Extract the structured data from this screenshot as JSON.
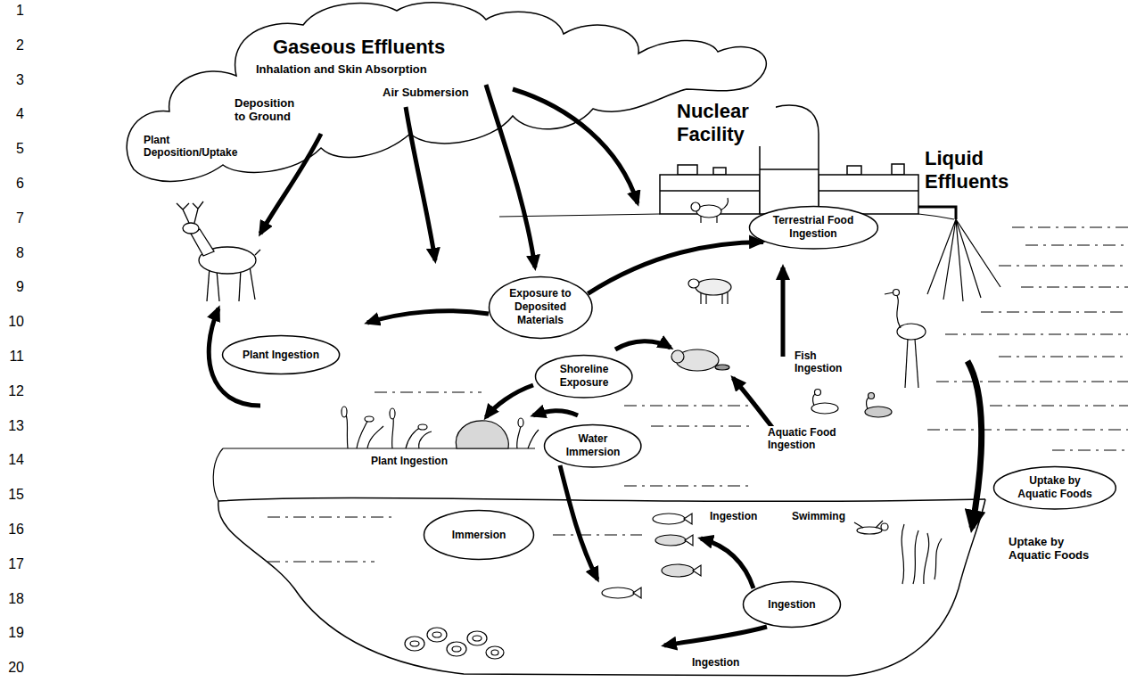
{
  "diagram": {
    "nodes": [
      {
        "text": [
          "Terrestrial Food Ingestion"
        ]
      },
      {
        "text": [
          "Exposure to Deposited Materials"
        ]
      },
      {
        "text": [
          "Plant Ingestion"
        ]
      },
      {
        "text": [
          "Shoreline Exposure"
        ]
      },
      {
        "text": [
          "Water Immersion"
        ]
      },
      {
        "text": [
          "Uptake by Aquatic Foods"
        ]
      },
      {
        "text": [
          "Immersion"
        ]
      },
      {
        "text": [
          "Ingestion"
        ]
      }
    ],
    "edges": [
      {
        "from": 1,
        "to": 0,
        "arrow": "to"
      }
    ],
    "labels": [
      "1",
      "2",
      "3",
      "4",
      "5",
      "6",
      "7",
      "8",
      "9",
      "10",
      "11",
      "12",
      "13",
      "14",
      "15",
      "16",
      "17",
      "18",
      "19",
      "20",
      "Gaseous Effluents",
      "Inhalation and Skin Absorption",
      "Air Submersion",
      "Deposition to Ground",
      "Nuclear Facility",
      "Plant Deposition/Uptake",
      "Liquid Effluents",
      "Fish Ingestion",
      "Aquatic Food Ingestion",
      "Plant Ingestion",
      "Ingestion",
      "Swimming",
      "Uptake by Aquatic Foods",
      "Ingestion"
    ]
  }
}
